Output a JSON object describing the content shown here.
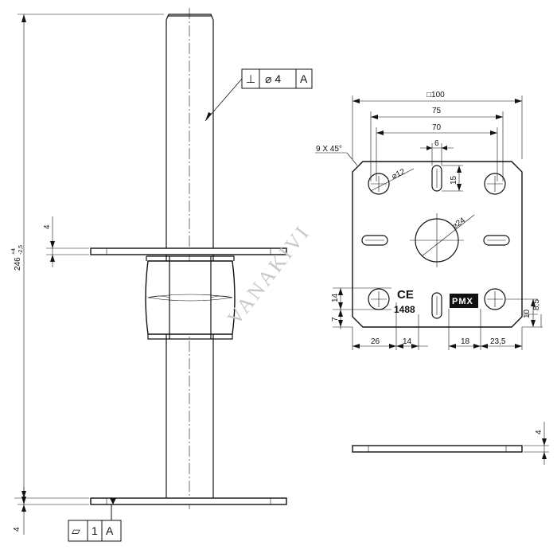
{
  "watermark": "VANAKIVI",
  "side_view": {
    "total_length": "246",
    "tol_upper": "+4",
    "tol_lower": "-2,5",
    "plate_thickness_top": "4",
    "plate_thickness_bottom": "4",
    "perpendicularity_frame": {
      "symbol": "⊥",
      "value": "⌀ 4",
      "datum": "A"
    },
    "flatness_frame": {
      "symbol": "▱",
      "value": "1",
      "datum": "A"
    }
  },
  "top_view": {
    "overall": "□100",
    "hole_spacing_outer": "75",
    "hole_spacing_inner": "70",
    "chamfer": "9 X 45°",
    "slot_width": "6",
    "slot_length": "15",
    "hole_diameter": "⌀12",
    "center_hole_diameter": "⌀24",
    "mark_ce": "CE",
    "mark_number": "1488",
    "mark_logo": "PMX",
    "dim_14_vertical": "14",
    "dim_7_vertical": "7",
    "dim_10_vertical": "10",
    "dim_8_5_vertical": "8,5",
    "dim_26": "26",
    "dim_14_bottom": "14",
    "dim_18": "18",
    "dim_23_5": "23,5"
  },
  "edge_view": {
    "thickness": "4"
  }
}
